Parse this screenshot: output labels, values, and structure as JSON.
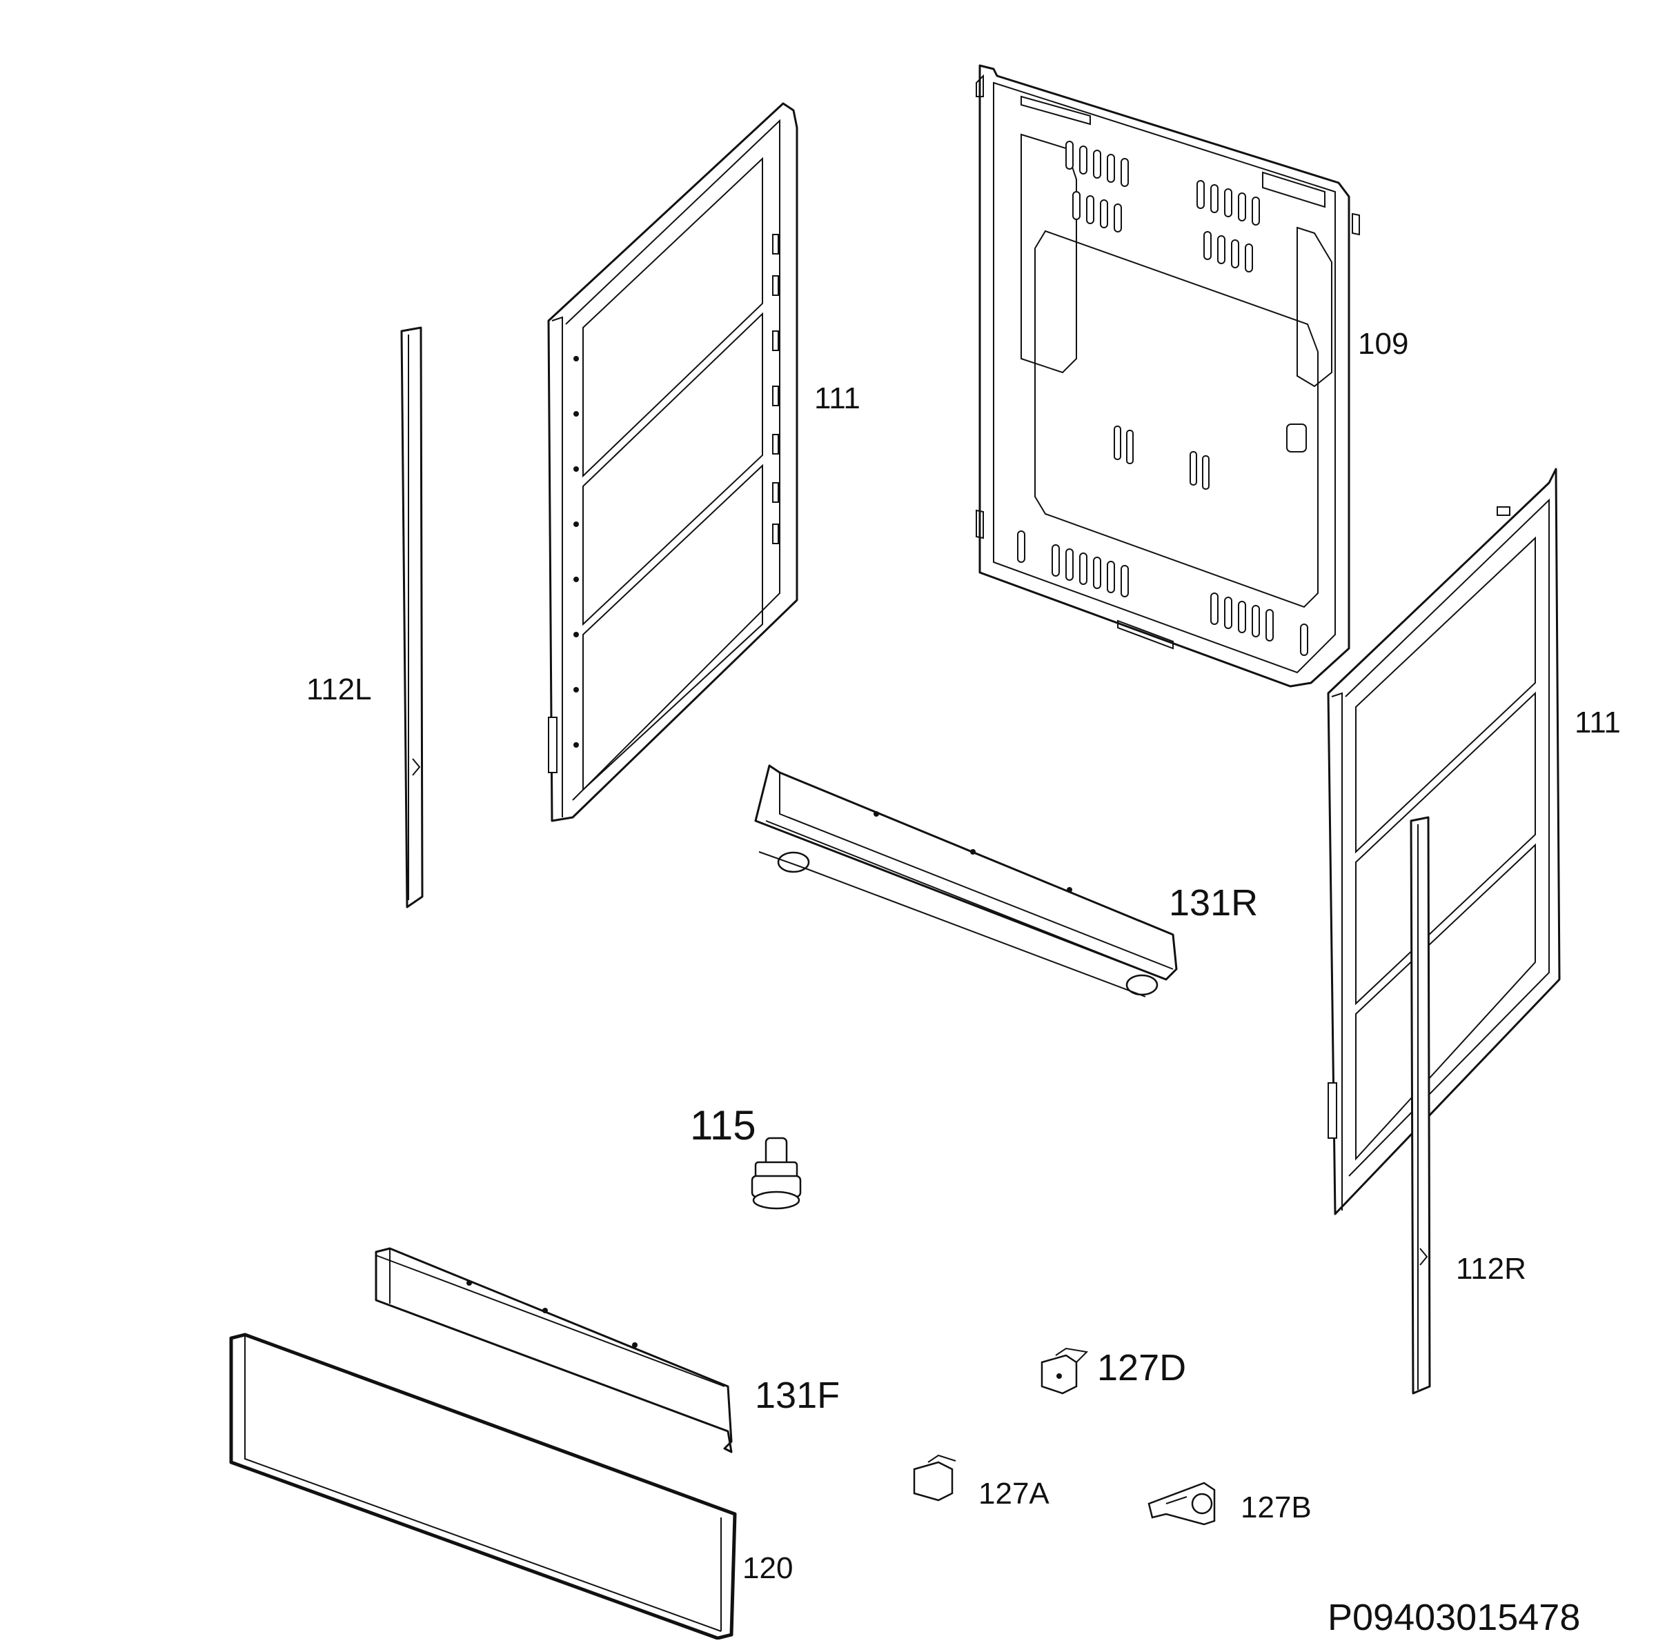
{
  "diagram": {
    "parts": [
      {
        "id": "109",
        "label": "109"
      },
      {
        "id": "111-left",
        "label": "111"
      },
      {
        "id": "111-right",
        "label": "111"
      },
      {
        "id": "112L",
        "label": "112L"
      },
      {
        "id": "112R",
        "label": "112R"
      },
      {
        "id": "131R",
        "label": "131R"
      },
      {
        "id": "115",
        "label": "115"
      },
      {
        "id": "131F",
        "label": "131F"
      },
      {
        "id": "120",
        "label": "120"
      },
      {
        "id": "127D",
        "label": "127D"
      },
      {
        "id": "127A",
        "label": "127A"
      },
      {
        "id": "127B",
        "label": "127B"
      }
    ],
    "drawing_number": "P09403015478"
  }
}
